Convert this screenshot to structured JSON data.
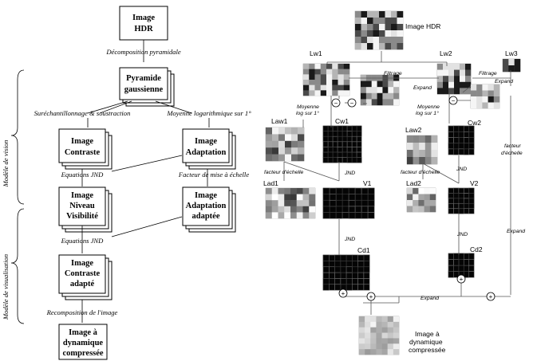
{
  "left": {
    "box_hdr": [
      "Image",
      "HDR"
    ],
    "box_pyramid": [
      "Pyramide",
      "gaussienne"
    ],
    "box_contrast": [
      "Image",
      "Contraste"
    ],
    "box_adaptation": [
      "Image",
      "Adaptation"
    ],
    "box_visibility": [
      "Image",
      "Niveau",
      "Visibilité"
    ],
    "box_adapt_adapted": [
      "Image",
      "Adaptation",
      "adaptée"
    ],
    "box_contrast_adapted": [
      "Image",
      "Contraste",
      "adapté"
    ],
    "box_output": [
      "Image à",
      "dynamique",
      "compressée"
    ],
    "label_decomp": "Décomposition pyramidale",
    "label_subsample": "Suréchantillonnage & soustraction",
    "label_logmean": "Moyenne logarithmique sur 1°",
    "label_jnd1": "Equations JND",
    "label_scale": "Facteur de mise à échelle",
    "label_jnd2": "Equations JND",
    "label_recomp": "Recomposition de l'image",
    "side_vision": "Modèle de vision",
    "side_display": "Modèle de visualisation"
  },
  "right": {
    "image_hdr": "Image HDR",
    "lw1": "Lw1",
    "lw2": "Lw2",
    "lw3": "Lw3",
    "filtrage1": "Filtrage",
    "filtrage2": "Filtrage",
    "expand1": "Expand",
    "expand2": "Expand",
    "moyenne1": [
      "Moyenne",
      "log sur 1°"
    ],
    "moyenne2": [
      "Moyenne",
      "log sur 1°"
    ],
    "law1": "Law1",
    "cw1": "Cw1",
    "law2": "Law2",
    "cw2": "Cw2",
    "facteur1": "facteur d'échelle",
    "facteur2": "facteur d'échelle",
    "facteur3": [
      "facteur",
      "d'échelle"
    ],
    "jnd_a": "JND",
    "jnd_b": "JND",
    "jnd_c": "JND",
    "jnd_d": "JND",
    "lad1": "Lad1",
    "v1": "V1",
    "lad2": "Lad2",
    "v2": "V2",
    "cd1": "Cd1",
    "cd2": "Cd2",
    "expand3": "Expand",
    "expand4": "Expand",
    "output": [
      "Image à",
      "dynamique",
      "compressée"
    ],
    "plus": "+",
    "minus": "−"
  }
}
